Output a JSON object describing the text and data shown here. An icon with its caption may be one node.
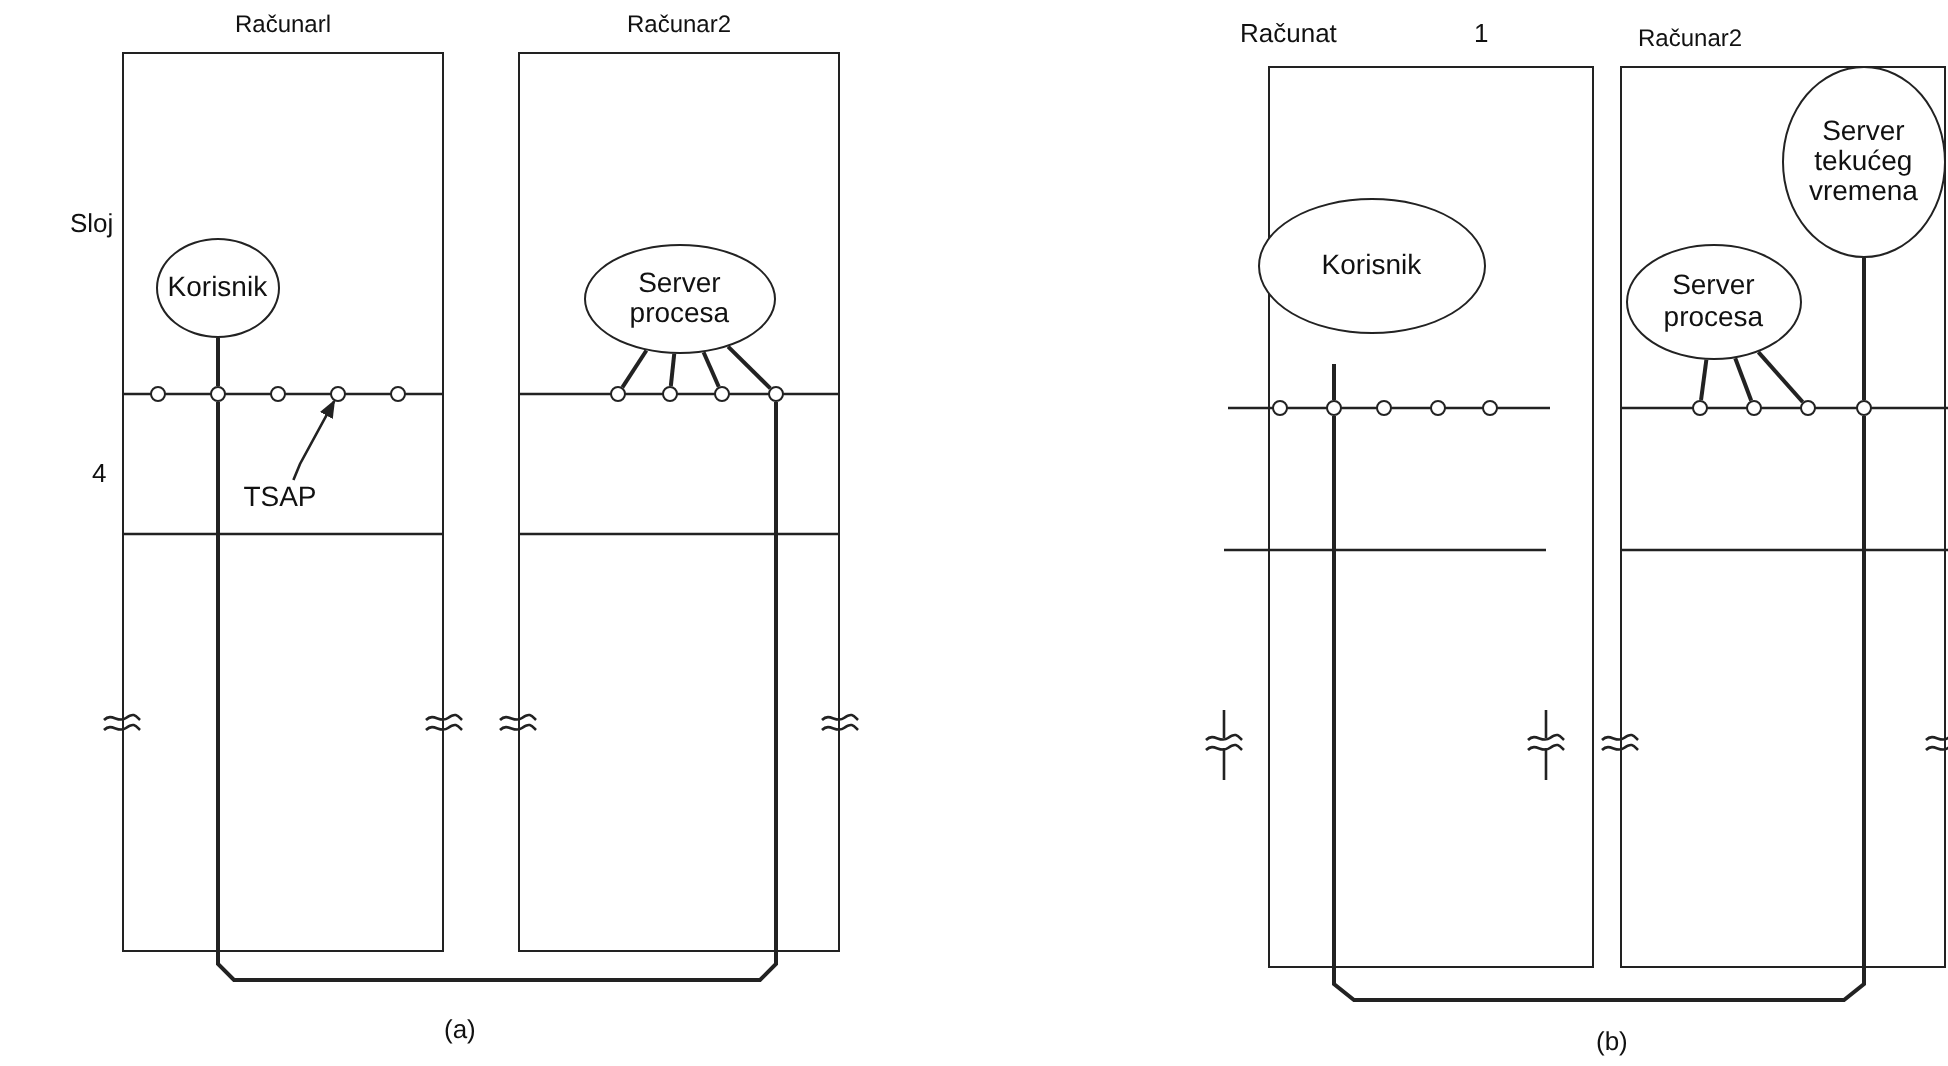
{
  "diagram": {
    "nodes": [
      {
        "text": [
          "Računarl"
        ]
      },
      {
        "text": [
          "Korisnik"
        ],
        "in": 0
      },
      {
        "text": [],
        "shape": "circle",
        "in": 0
      },
      {
        "text": [],
        "shape": "circle",
        "in": 0
      },
      {
        "text": [],
        "shape": "circle",
        "in": 0
      },
      {
        "text": [],
        "shape": "circle",
        "in": 0
      },
      {
        "text": [],
        "shape": "circle",
        "in": 0
      },
      {
        "text": [
          "TSAP"
        ],
        "in": 0
      },
      {
        "text": [
          "Računar2"
        ]
      },
      {
        "text": [
          "Server procesa"
        ],
        "in": 8
      },
      {
        "text": [],
        "shape": "circle",
        "in": 8
      },
      {
        "text": [],
        "shape": "circle",
        "in": 8
      },
      {
        "text": [],
        "shape": "circle",
        "in": 8
      },
      {
        "text": [],
        "shape": "circle",
        "in": 8
      },
      {
        "text": [],
        "shape": "box"
      },
      {
        "text": [
          "Korisnik"
        ],
        "in": 14
      },
      {
        "text": [],
        "shape": "circle",
        "in": 14
      },
      {
        "text": [],
        "shape": "circle",
        "in": 14
      },
      {
        "text": [],
        "shape": "circle",
        "in": 14
      },
      {
        "text": [],
        "shape": "circle",
        "in": 14
      },
      {
        "text": [],
        "shape": "circle",
        "in": 14
      },
      {
        "text": [
          "Računar2"
        ]
      },
      {
        "text": [
          "Server procesa"
        ],
        "in": 21
      },
      {
        "text": [
          "Server tekućeg vremena"
        ],
        "in": 21
      },
      {
        "text": [],
        "shape": "circle",
        "in": 21
      },
      {
        "text": [],
        "shape": "circle",
        "in": 21
      },
      {
        "text": [],
        "shape": "circle",
        "in": 21
      },
      {
        "text": [],
        "shape": "circle",
        "in": 21
      }
    ],
    "edges": [
      {
        "from": 1,
        "to": 3,
        "arrow": "none"
      },
      {
        "from": 3,
        "to": 13,
        "arrow": "none"
      },
      {
        "from": 9,
        "to": 10,
        "arrow": "none"
      },
      {
        "from": 9,
        "to": 11,
        "arrow": "none"
      },
      {
        "from": 9,
        "to": 12,
        "arrow": "none"
      },
      {
        "from": 9,
        "to": 13,
        "arrow": "none"
      },
      {
        "from": 7,
        "to": 5,
        "arrow": "to"
      },
      {
        "from": null,
        "to": 17,
        "arrow": "none"
      },
      {
        "from": 17,
        "to": 27,
        "arrow": "none"
      },
      {
        "from": 22,
        "to": 24,
        "arrow": "none"
      },
      {
        "from": 22,
        "to": 25,
        "arrow": "none"
      },
      {
        "from": 22,
        "to": 26,
        "arrow": "none"
      },
      {
        "from": 23,
        "to": 27,
        "arrow": "none"
      }
    ],
    "labels": [
      "Sloj",
      "4",
      "(a)",
      "Računat",
      "1",
      "(b)"
    ]
  }
}
